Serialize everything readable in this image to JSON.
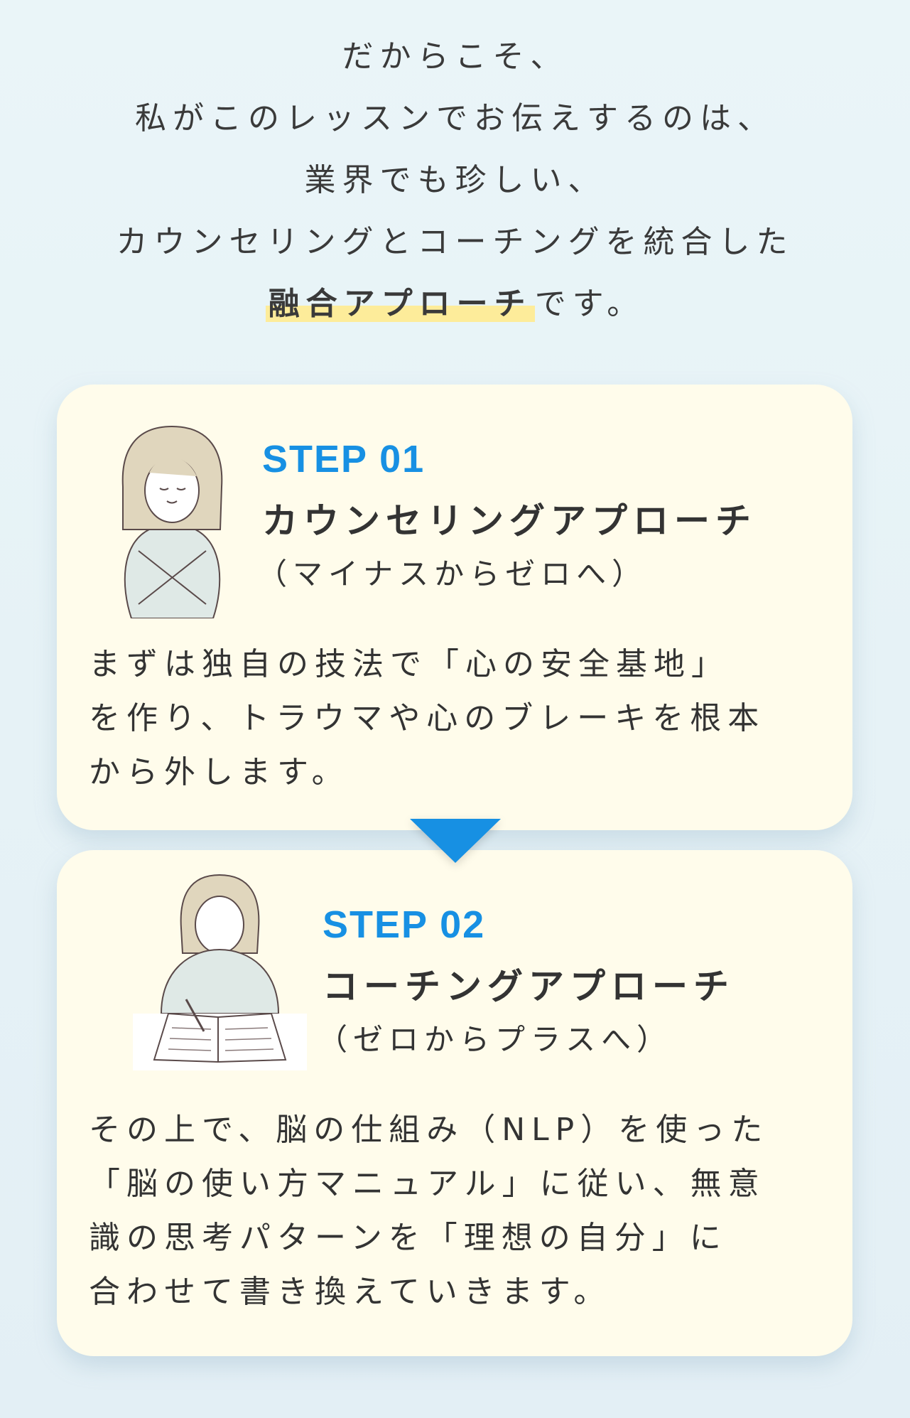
{
  "intro": {
    "lines": [
      "だからこそ、",
      "私がこのレッスンでお伝えするのは、",
      "業界でも珍しい、",
      "カウンセリングとコーチングを統合した"
    ],
    "highlight": "融合アプローチ",
    "last_suffix": "です。"
  },
  "steps": [
    {
      "label": "STEP 01",
      "title": "カウンセリングアプローチ",
      "subtitle": "（マイナスからゼロへ）",
      "body": [
        "まずは独自の技法で「心の安全基地」",
        "を作り、トラウマや心のブレーキを根本",
        "から外します。"
      ]
    },
    {
      "label": "STEP 02",
      "title": "コーチングアプローチ",
      "subtitle": "（ゼロからプラスへ）",
      "body": [
        "その上で、脳の仕組み（NLP）を使った",
        "「脳の使い方マニュアル」に従い、無意",
        "識の思考パターンを「理想の自分」に",
        "合わせて書き換えていきます。"
      ]
    }
  ],
  "colors": {
    "accent": "#1790e3",
    "card": "#fffceb",
    "highlight": "#fdec9a"
  }
}
